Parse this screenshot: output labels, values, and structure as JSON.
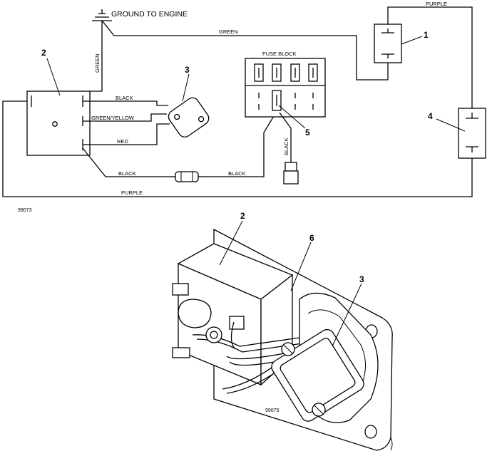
{
  "schematic": {
    "ground_label": "GROUND TO ENGINE",
    "fuse_block_label": "FUSE BLOCK",
    "wire_green_top": "GREEN",
    "wire_green_vertical": "GREEN",
    "wire_purple_top": "PURPLE",
    "wire_black_upper": "BLACK",
    "wire_green_yellow": "GREEN/YELLOW",
    "wire_red": "RED",
    "wire_black_lower_left": "BLACK",
    "wire_black_lower_right": "BLACK",
    "wire_black_vertical": "BLACK",
    "wire_purple_bottom": "PURPLE",
    "callouts": {
      "c1": "1",
      "c2": "2",
      "c3": "3",
      "c4": "4",
      "c5": "5"
    },
    "figure_code": "99073"
  },
  "illustration": {
    "callouts": {
      "c2": "2",
      "c6": "6",
      "c3": "3"
    },
    "figure_code": "99075"
  }
}
